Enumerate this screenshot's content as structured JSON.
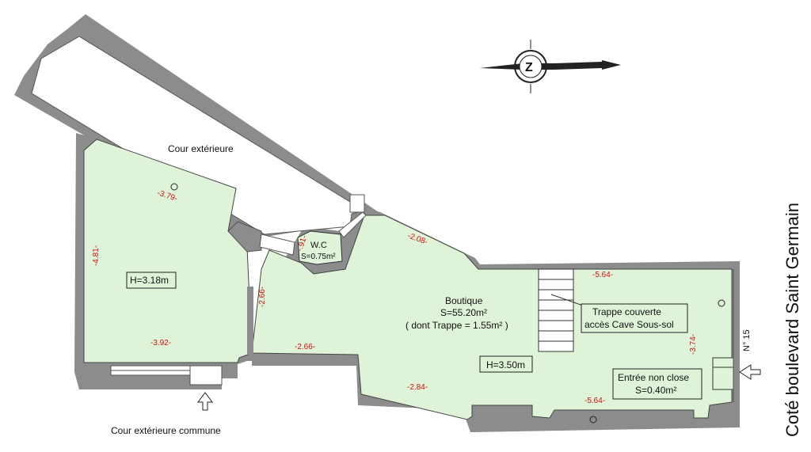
{
  "labels": {
    "cour_exterieure": "Cour extérieure",
    "cour_exterieure_commune": "Cour extérieure commune",
    "street": "Coté  boulevard  Saint  Germain",
    "street_number": "N° 15"
  },
  "wc": {
    "name": "W.C",
    "surface": "S=0.75m²"
  },
  "room_left": {
    "height": "H=3.18m"
  },
  "boutique": {
    "name": "Boutique",
    "surface": "S=55.20m²",
    "trappe_note": "( dont Trappe = 1.55m² )",
    "height": "H=3.50m"
  },
  "trappe": {
    "line1": "Trappe couverte",
    "line2": "accès Cave Sous-sol"
  },
  "entree": {
    "line1": "Entrée non close",
    "line2": "S=0.40m²"
  },
  "compass": {
    "letter": "Z"
  },
  "dims": {
    "d379": "-3.79-",
    "d481": "-4.81-",
    "d392": "-3.92-",
    "d091": "-.91-",
    "d266v": "-2.66-",
    "d266h": "-2.66-",
    "d208": "-2.08-",
    "d284": "-2.84-",
    "d564t": "-5.64-",
    "d564b": "-5.64-",
    "d374": "-3.74-"
  },
  "colors": {
    "wall": "#8c8c8c",
    "floor": "#dff3d8",
    "dimension": "#d01010"
  }
}
